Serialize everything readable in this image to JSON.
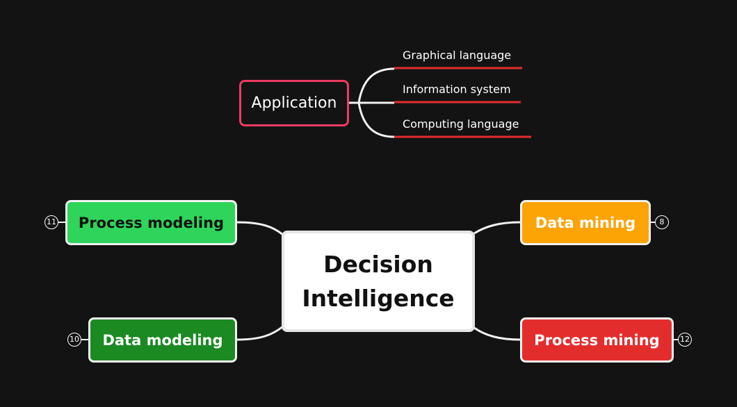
{
  "central": {
    "label": "Decision Intelligence"
  },
  "topics": {
    "process_modeling": {
      "label": "Process modeling",
      "count": "11",
      "color": "#2fd45a"
    },
    "data_modeling": {
      "label": "Data modeling",
      "count": "10",
      "color": "#1b8a22"
    },
    "data_mining": {
      "label": "Data mining",
      "count": "8",
      "color": "#fca306"
    },
    "process_mining": {
      "label": "Process mining",
      "count": "12",
      "color": "#e32d2d"
    }
  },
  "application": {
    "label": "Application",
    "border_color": "#ee3a62",
    "children": [
      {
        "label": "Graphical language"
      },
      {
        "label": "Information system"
      },
      {
        "label": "Computing language"
      }
    ],
    "underline_color": "#e32d2d"
  },
  "colors": {
    "background": "#141313",
    "connector": "#f2f2f2"
  }
}
